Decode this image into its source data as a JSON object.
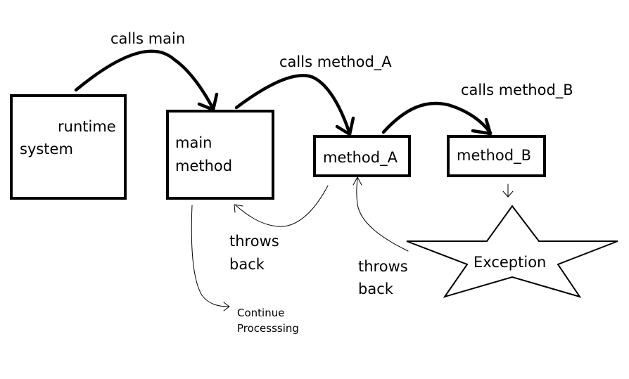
{
  "nodes": {
    "runtime": {
      "line1": "runtime",
      "line2": "system"
    },
    "main": {
      "line1": "main",
      "line2": "method"
    },
    "method_a": {
      "label": "method_A"
    },
    "method_b": {
      "label": "method_B"
    },
    "exception": {
      "label": "Exception"
    },
    "continue": {
      "line1": "Continue",
      "line2": "Processsing"
    }
  },
  "edges": {
    "calls_main": "calls main",
    "calls_method_a": "calls method_A",
    "calls_method_b": "calls method_B",
    "throws_back_1": {
      "line1": "throws",
      "line2": "back"
    },
    "throws_back_2": {
      "line1": "throws",
      "line2": "back"
    }
  }
}
